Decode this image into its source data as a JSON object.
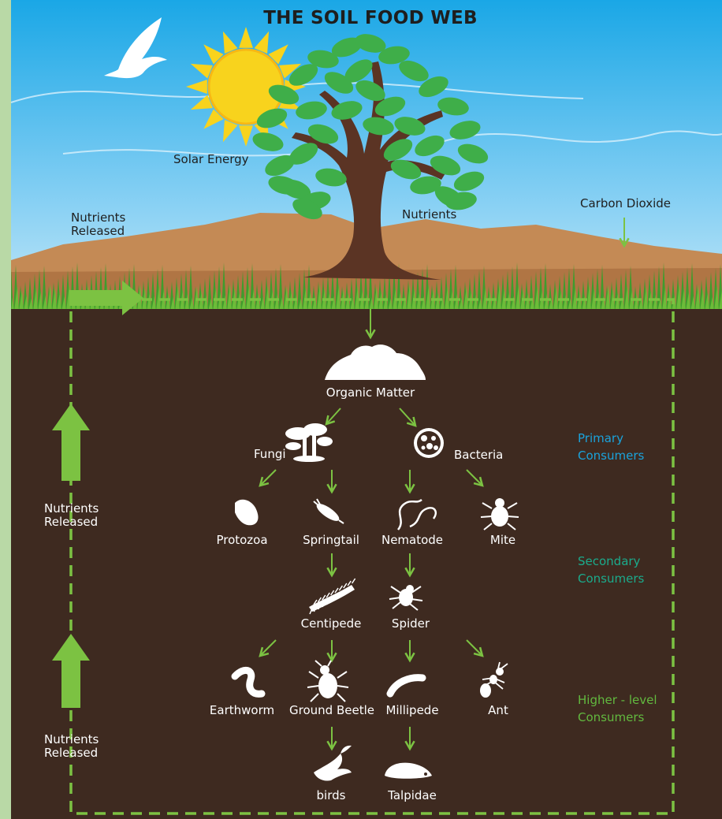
{
  "title": "THE SOIL FOOD WEB",
  "labels": {
    "solar_energy": "Solar Energy",
    "nutrients_surface": "Nutrients",
    "carbon_dioxide": "Carbon Dioxide",
    "nutrients_released_top": [
      "Nutrients",
      "Released"
    ],
    "nutrients_released_mid": [
      "Nutrients",
      "Released"
    ],
    "nutrients_released_bottom": [
      "Nutrients",
      "Released"
    ]
  },
  "nodes": {
    "organic_matter": "Organic Matter",
    "fungi": "Fungi",
    "bacteria": "Bacteria",
    "protozoa": "Protozoa",
    "springtail": "Springtail",
    "nematode": "Nematode",
    "mite": "Mite",
    "centipede": "Centipede",
    "spider": "Spider",
    "earthworm": "Earthworm",
    "ground_beetle": "Ground Beetle",
    "millipede": "Millipede",
    "ant": "Ant",
    "birds": "birds",
    "talpidae": "Talpidae"
  },
  "legend": {
    "primary": [
      "Primary",
      "Consumers"
    ],
    "secondary": [
      "Secondary",
      "Consumers"
    ],
    "higher": [
      "Higher - level",
      "Consumers"
    ]
  },
  "colors": {
    "arrow": "#7cc242",
    "soil": "#3e2a20",
    "primary": "#1aa3dc",
    "secondary": "#1bab8c",
    "higher": "#62b93f",
    "sun": "#f8d31d",
    "leaf": "#3fae49"
  },
  "icons": [
    "bird-icon",
    "sun-icon",
    "tree-icon",
    "organic-matter-icon",
    "mushroom-icon",
    "bacteria-icon",
    "protozoa-icon",
    "springtail-icon",
    "nematode-icon",
    "mite-icon",
    "centipede-icon",
    "spider-icon",
    "earthworm-icon",
    "ground-beetle-icon",
    "millipede-icon",
    "ant-icon",
    "birds-icon",
    "mole-icon"
  ]
}
